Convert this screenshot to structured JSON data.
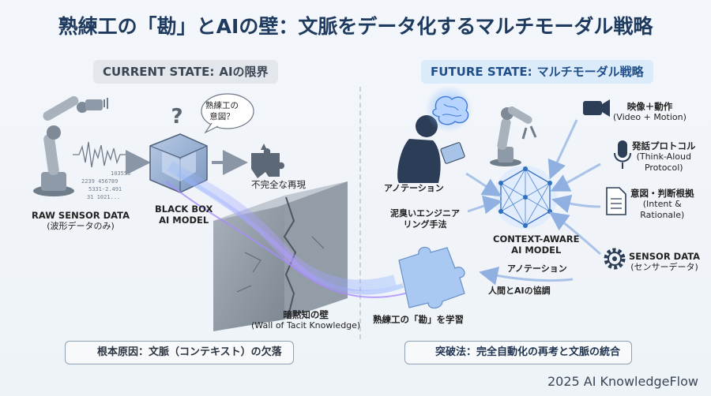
{
  "title": "熟練工の「勘」とAIの壁：文脈をデータ化するマルチモーダル戦略",
  "left": {
    "header_prefix": "CURRENT STATE:",
    "header_text": "AIの限界",
    "raw_sensor": {
      "title": "RAW SENSOR DATA",
      "sub": "(波形データのみ)"
    },
    "sensor_numbers": [
      "103553",
      "2239 456789",
      "5331-2.491",
      "31 1021..."
    ],
    "black_box": {
      "line1": "BLACK BOX",
      "line2": "AI MODEL"
    },
    "bubble": {
      "line1": "熟練工の",
      "line2": "意図？"
    },
    "incomplete": "不完全な再現",
    "wall": {
      "title": "暗黙知の壁",
      "sub": "(Wall of Tacit Knowledge)"
    },
    "bottom_box": "根本原因：文脈（コンテキスト）の欠落"
  },
  "right": {
    "header_prefix": "FUTURE STATE:",
    "header_text": "マルチモーダル戦略",
    "annotation_left": "アノテーション",
    "engineering": {
      "line1": "泥臭いエンジニア",
      "line2": "リング手法"
    },
    "context_model": {
      "line1": "CONTEXT-AWARE",
      "line2": "AI MODEL"
    },
    "annotation_bottom": "アノテーション",
    "collab": "人間とAIの協調",
    "learn": "熟練工の「勘」を学習",
    "inputs": [
      {
        "icon": "video-camera-icon",
        "title": "映像＋動作",
        "sub1": "(Video + Motion)",
        "sub2": ""
      },
      {
        "icon": "microphone-icon",
        "title": "発話プロトコル",
        "sub1": "(Think-Aloud",
        "sub2": "Protocol)"
      },
      {
        "icon": "document-icon",
        "title": "意図・判断根拠",
        "sub1": "(Intent &",
        "sub2": "Rationale)"
      },
      {
        "icon": "gear-icon",
        "title": "SENSOR DATA",
        "sub1": "(センサーデータ)",
        "sub2": ""
      }
    ],
    "bottom_box": "突破法：完全自動化の再考と文脈の統合"
  },
  "footer": "2025 AI KnowledgeFlow",
  "colors": {
    "title": "#1e3a5f",
    "accent_blue": "#2f6fc0",
    "flow_purple": "#9b8cf0",
    "wall_gray": "#8d97a3"
  }
}
